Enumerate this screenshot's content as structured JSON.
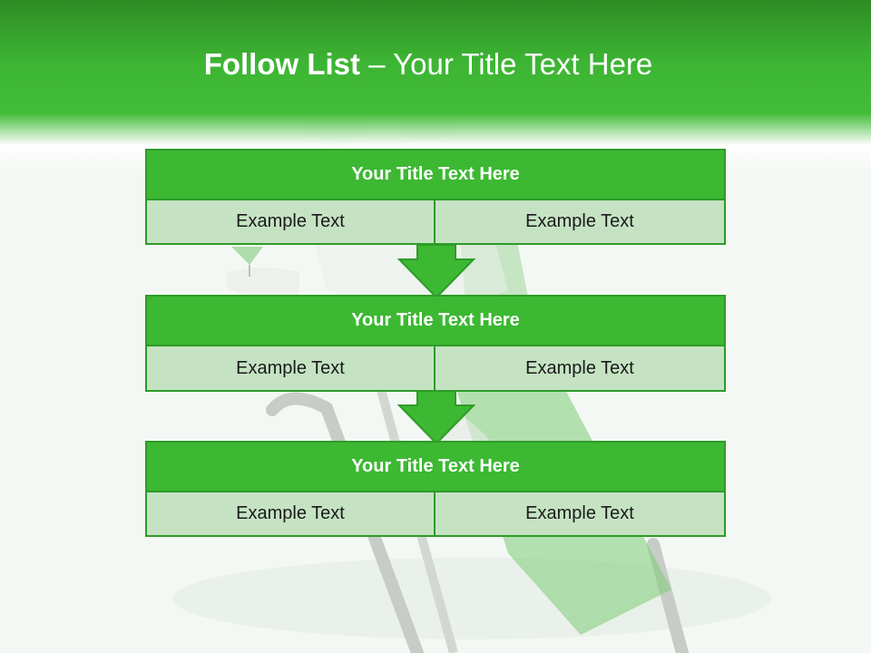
{
  "title": {
    "strong": "Follow List",
    "rest": "– Your Title Text Here"
  },
  "blocks": [
    {
      "heading": "Your Title Text Here",
      "left": "Example Text",
      "right": "Example Text"
    },
    {
      "heading": "Your Title Text Here",
      "left": "Example Text",
      "right": "Example Text"
    },
    {
      "heading": "Your Title Text Here",
      "left": "Example Text",
      "right": "Example Text"
    }
  ],
  "colors": {
    "header": "#3db534",
    "box": "#3cb832",
    "cell": "#c5e3c3",
    "border": "#2e9b28"
  },
  "background_image": "lounge-chair-figure-illustration"
}
